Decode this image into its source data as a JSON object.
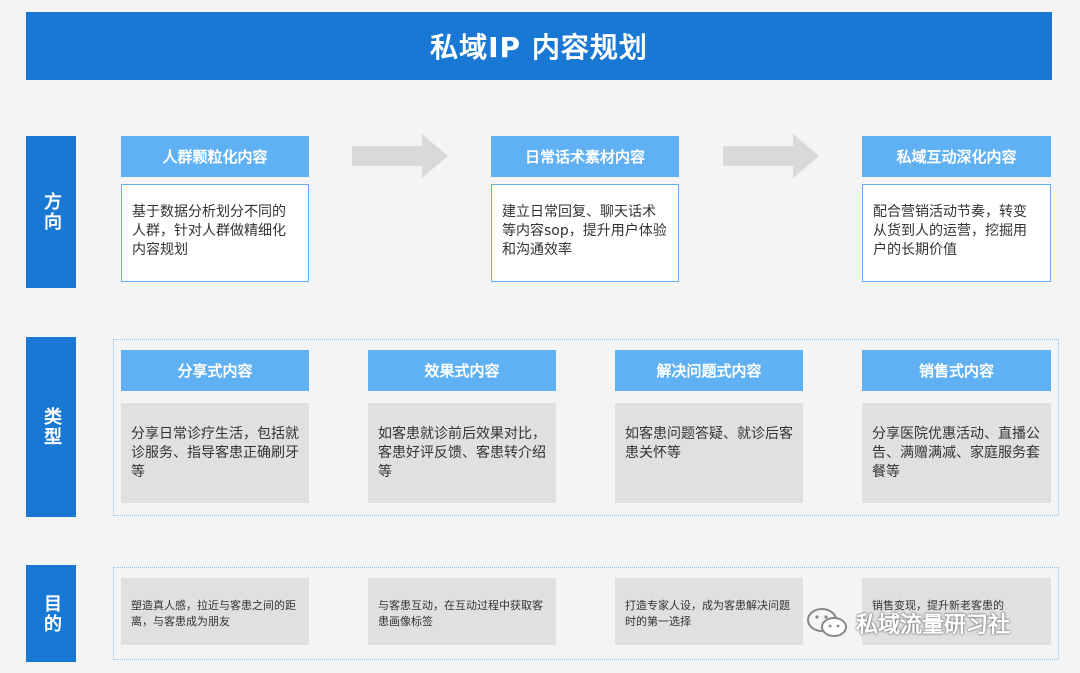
{
  "title": "私域IP 内容规划",
  "rows": {
    "direction": {
      "label": "方向"
    },
    "type": {
      "label": "类型"
    },
    "purpose": {
      "label": "目的"
    }
  },
  "direction": [
    {
      "header": "人群颗粒化内容",
      "body": "基于数据分析划分不同的人群，针对人群做精细化内容规划"
    },
    {
      "header": "日常话术素材内容",
      "body": "建立日常回复、聊天话术等内容sop，提升用户体验和沟通效率"
    },
    {
      "header": "私域互动深化内容",
      "body": "配合营销活动节奏，转变从货到人的运营，挖掘用户的长期价值"
    }
  ],
  "types": [
    {
      "header": "分享式内容",
      "body": "分享日常诊疗生活，包括就诊服务、指导客患正确刷牙等"
    },
    {
      "header": "效果式内容",
      "body": "如客患就诊前后效果对比，客患好评反馈、客患转介绍等"
    },
    {
      "header": "解决问题式内容",
      "body": "如客患问题答疑、就诊后客患关怀等"
    },
    {
      "header": "销售式内容",
      "body": "分享医院优惠活动、直播公告、满赠满减、家庭服务套餐等"
    }
  ],
  "purposes": [
    {
      "body": "塑造真人感，拉近与客患之间的距离，与客患成为朋友"
    },
    {
      "body": "与客患互动，在互动过程中获取客患画像标签"
    },
    {
      "body": "打造专家人设，成为客患解决问题时的第一选择"
    },
    {
      "body": "销售变现，提升新老客患的"
    }
  ],
  "watermark": "私域流量研习社",
  "colors": {
    "primary": "#1878d3",
    "header": "#5fb1f4",
    "gray": "#e0e0e0",
    "arrow": "#d9d9d9"
  }
}
